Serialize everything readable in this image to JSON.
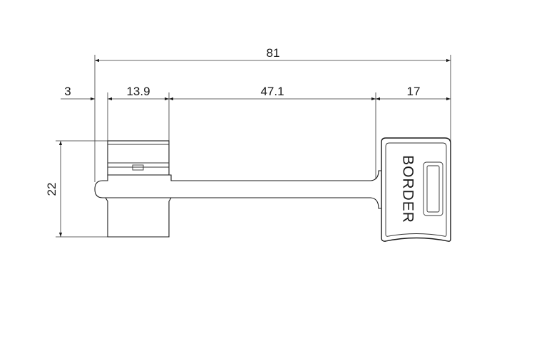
{
  "dimensions": {
    "overall_length": "81",
    "offset": "3",
    "bit_width": "13.9",
    "shaft_length": "47.1",
    "bow_width": "17",
    "height": "22"
  },
  "brand": {
    "text": "BORDER"
  }
}
